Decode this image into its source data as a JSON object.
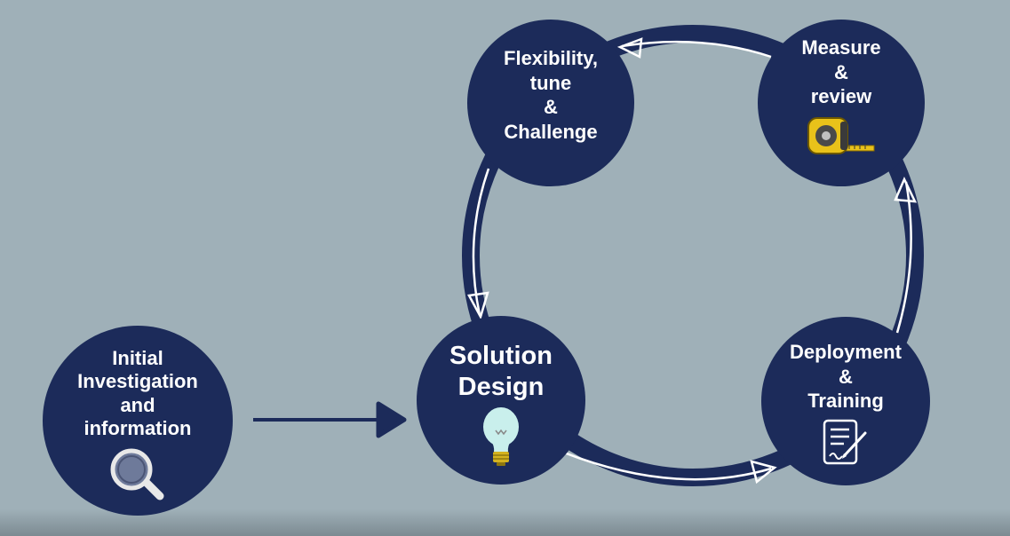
{
  "colors": {
    "background": "#9fb0b8",
    "node_fill": "#1c2b5a",
    "cycle_ring": "#1c2b5a",
    "arrow_stroke": "#ffffff",
    "connector": "#1c2b5a"
  },
  "nodes": {
    "initial": {
      "label": "Initial\nInvestigation\nand\ninformation",
      "icon": "magnifying-glass-icon"
    },
    "solution": {
      "label": "Solution\nDesign",
      "icon": "light-bulb-icon"
    },
    "flexibility": {
      "label": "Flexibility,\ntune\n&\nChallenge"
    },
    "measure": {
      "label": "Measure\n&\nreview",
      "icon": "tape-measure-icon"
    },
    "deployment": {
      "label": "Deployment\n&\nTraining",
      "icon": "signed-document-icon"
    }
  },
  "edges": [
    {
      "from": "initial",
      "to": "solution"
    },
    {
      "from": "solution",
      "to": "deployment"
    },
    {
      "from": "deployment",
      "to": "measure"
    },
    {
      "from": "measure",
      "to": "flexibility"
    },
    {
      "from": "flexibility",
      "to": "solution"
    }
  ]
}
